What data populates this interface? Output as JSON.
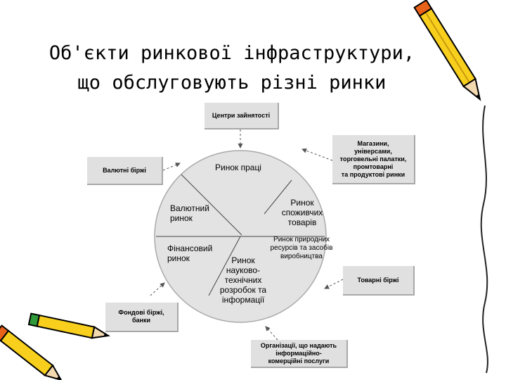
{
  "title": {
    "line1": "Об'єкти ринкової інфраструктури,",
    "line2": "що обслуговують різні ринки"
  },
  "boxes": {
    "employment_centers": "Центри зайнятості",
    "shops": "Магазини,\nуніверсами,\nторговельні палатки,\nпромтоварні\nта продуктові ринки",
    "currency_exchanges": "Валютні біржі",
    "commodity_exchanges": "Товарні біржі",
    "stock_exchanges": "Фондові біржі,\nбанки",
    "info_organizations": "Організації, що надають\nінформаційно-\nкомерційні послуги"
  },
  "segments": {
    "labor_market": "Ринок праці",
    "consumer_goods_market": "Ринок\nспоживчих\nтоварів",
    "currency_market": "Валютний\nринок",
    "natural_resources_market": "Ринок природних\nресурсів та засобів\nвиробництва",
    "financial_market": "Фінансовий\nринок",
    "rnd_market": "Ринок\nнауково-\nтехнічних\nрозробок та\nінформації"
  },
  "colors": {
    "circle_fill": "#e3e3e3",
    "box_fill": "#e0e0e0",
    "pencil_yellow": "#f7cf1c",
    "pencil_orange": "#e8621a",
    "pencil_green": "#2f9a3a"
  },
  "icons": [
    "pencil-icon",
    "pencils-icon"
  ]
}
